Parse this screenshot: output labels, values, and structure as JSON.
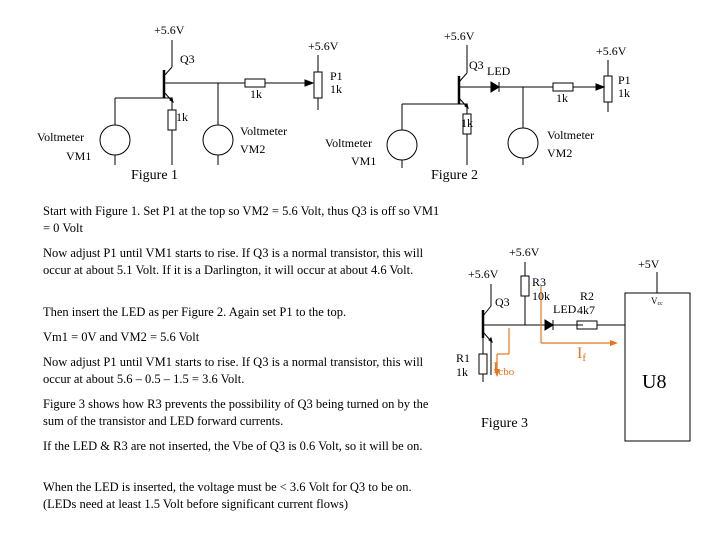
{
  "figure1": {
    "supply_top": "+5.6V",
    "supply_p1": "+5.6V",
    "transistor": "Q3",
    "pot_name": "P1",
    "pot_value": "1k",
    "series_resistor": "1k",
    "emitter_resistor": "1k",
    "vm1_line1": "Voltmeter",
    "vm1_line2": "VM1",
    "vm2_line1": "Voltmeter",
    "vm2_line2": "VM2",
    "caption": "Figure 1"
  },
  "figure2": {
    "supply_top": "+5.6V",
    "supply_p1": "+5.6V",
    "transistor": "Q3",
    "led": "LED",
    "pot_name": "P1",
    "pot_value": "1k",
    "series_resistor": "1k",
    "emitter_resistor": "1k",
    "vm1_line1": "Voltmeter",
    "vm1_line2": "VM1",
    "vm2_line1": "Voltmeter",
    "vm2_line2": "VM2",
    "caption": "Figure 2"
  },
  "figure3": {
    "supply_left": "+5.6V",
    "supply_r3": "+5.6V",
    "supply_u8": "+5V",
    "transistor": "Q3",
    "r3_name": "R3",
    "r3_value": "10k",
    "led": "LED",
    "r2_name": "R2",
    "r2_value": "4k7",
    "r1_name": "R1",
    "r1_value": "1k",
    "icbo_main": "I",
    "icbo_sub": "cbo",
    "if_main": "I",
    "if_sub": "f",
    "vcc_pin": "V",
    "vcc_sub": "cc",
    "chip": "U8",
    "caption": "Figure 3",
    "arrow_color": "#e8741c"
  },
  "text": {
    "p1": "Start with Figure 1.  Set P1 at the top so VM2 = 5.6 Volt, thus Q3 is off so VM1 = 0 Volt",
    "p2": "Now adjust P1 until VM1 starts to rise.  If Q3 is a normal transistor, this will occur at about 5.1 Volt.   If it is a Darlington, it will occur at about 4.6 Volt.",
    "p3": "Then insert the LED as per Figure 2.  Again set P1 to the top.",
    "p4": "Vm1 = 0V and VM2 = 5.6 Volt",
    "p5": "Now adjust P1 until VM1 starts to rise.  If Q3 is a normal transistor, this will occur at about 5.6 – 0.5 – 1.5 = 3.6 Volt.",
    "p6": "Figure 3 shows how R3 prevents the possibility of Q3 being turned on by the sum of the transistor and LED forward currents.",
    "p7": "If the LED  & R3 are not inserted, the Vbe of Q3 is 0.6 Volt, so it will be on.",
    "p8": "When the LED is inserted, the voltage must be < 3.6 Volt for Q3 to be on.  (LEDs need at least 1.5 Volt before significant current flows)"
  }
}
